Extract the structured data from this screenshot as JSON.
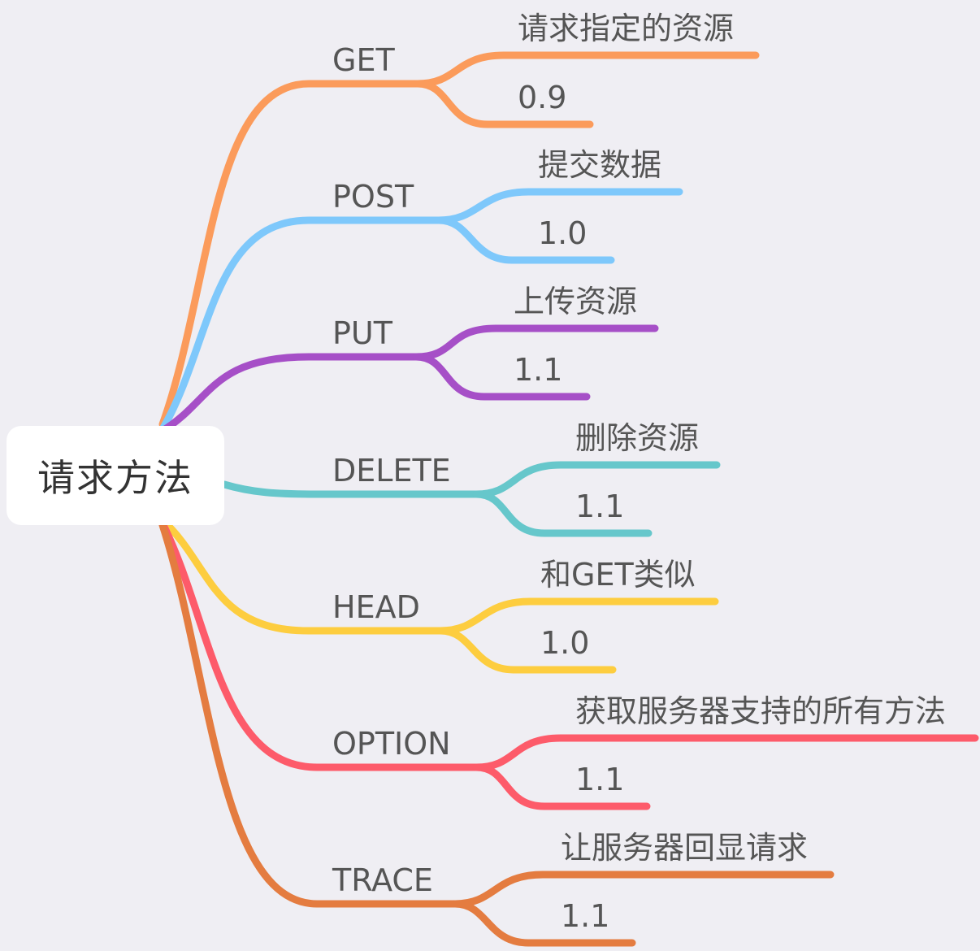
{
  "root": {
    "label": "请求方法"
  },
  "branches": [
    {
      "name": "GET",
      "color": "#fb9b5b",
      "children": [
        "请求指定的资源",
        "0.9"
      ]
    },
    {
      "name": "POST",
      "color": "#7ec8fb",
      "children": [
        "提交数据",
        "1.0"
      ]
    },
    {
      "name": "PUT",
      "color": "#a64fc7",
      "children": [
        "上传资源",
        "1.1"
      ]
    },
    {
      "name": "DELETE",
      "color": "#66c7cb",
      "children": [
        "删除资源",
        "1.1"
      ]
    },
    {
      "name": "HEAD",
      "color": "#fdcd3f",
      "children": [
        "和GET类似",
        "1.0"
      ]
    },
    {
      "name": "OPTION",
      "color": "#fd5b6a",
      "children": [
        "获取服务器支持的所有方法",
        "1.1"
      ]
    },
    {
      "name": "TRACE",
      "color": "#e47c40",
      "children": [
        "让服务器回显请求",
        "1.1"
      ]
    }
  ]
}
